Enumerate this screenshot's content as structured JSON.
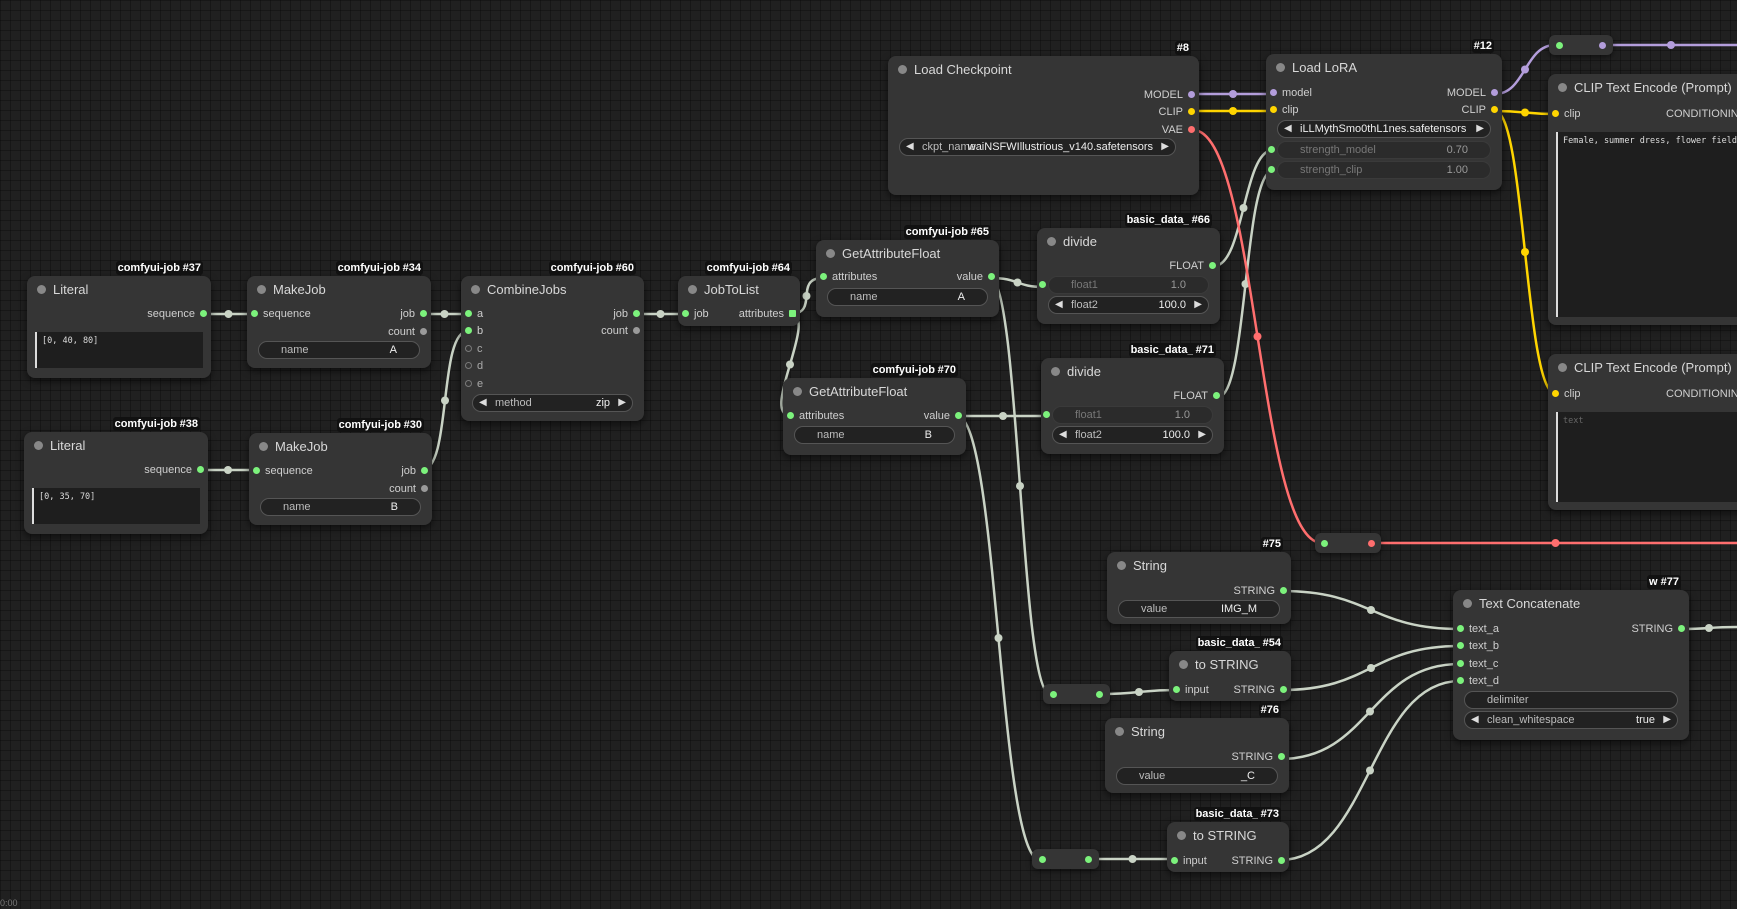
{
  "colors": {
    "link": "#c9d3c5",
    "model": "#b39ddb",
    "clip": "#ffd500",
    "vae": "#ff6e6e",
    "slot": "#7cf27c"
  },
  "nodes": {
    "n37": {
      "title": "Literal",
      "badge_prefix": "comfyui-job-ite",
      "badge_id": "#37",
      "out_sequence": "sequence",
      "text": "[0, 40, 80]"
    },
    "n38": {
      "title": "Literal",
      "badge_prefix": "comfyui-job-ite",
      "badge_id": "#38",
      "out_sequence": "sequence",
      "text": "[0, 35, 70]"
    },
    "n34": {
      "title": "MakeJob",
      "badge_prefix": "comfyui-job-ite",
      "badge_id": "#34",
      "in_sequence": "sequence",
      "out_job": "job",
      "out_count": "count",
      "w_name_label": "name",
      "w_name_value": "A"
    },
    "n30": {
      "title": "MakeJob",
      "badge_prefix": "comfyui-job-ite",
      "badge_id": "#30",
      "in_sequence": "sequence",
      "out_job": "job",
      "out_count": "count",
      "w_name_label": "name",
      "w_name_value": "B"
    },
    "n60": {
      "title": "CombineJobs",
      "badge_prefix": "comfyui-job-ite",
      "badge_id": "#60",
      "in_a": "a",
      "in_b": "b",
      "in_c": "c",
      "in_d": "d",
      "in_e": "e",
      "out_job": "job",
      "out_count": "count",
      "w_method_label": "method",
      "w_method_value": "zip"
    },
    "n64": {
      "title": "JobToList",
      "badge_prefix": "comfyui-job-ite",
      "badge_id": "#64",
      "in_job": "job",
      "out_attributes": "attributes"
    },
    "n65": {
      "title": "GetAttributeFloat",
      "badge_prefix": "comfyui-job-ite",
      "badge_id": "#65",
      "in_attributes": "attributes",
      "out_value": "value",
      "w_name_label": "name",
      "w_name_value": "A"
    },
    "n70": {
      "title": "GetAttributeFloat",
      "badge_prefix": "comfyui-job-ite",
      "badge_id": "#70",
      "in_attributes": "attributes",
      "out_value": "value",
      "w_name_label": "name",
      "w_name_value": "B"
    },
    "n8": {
      "title": "Load Checkpoint",
      "badge_id": "#8",
      "out_model": "MODEL",
      "out_clip": "CLIP",
      "out_vae": "VAE",
      "w_ckpt_label": "ckpt_name",
      "w_ckpt_value": "waiNSFWIllustrious_v140.safetensors"
    },
    "n12": {
      "title": "Load LoRA",
      "badge_id": "#12",
      "in_model": "model",
      "in_clip": "clip",
      "out_model": "MODEL",
      "out_clip": "CLIP",
      "w_lora_value": "iLLMythSmo0thL1nes.safetensors",
      "w_sm_label": "strength_model",
      "w_sm_value": "0.70",
      "w_sc_label": "strength_clip",
      "w_sc_value": "1.00"
    },
    "n66": {
      "title": "divide",
      "badge_prefix": "basic_data_han",
      "badge_id": "#66",
      "out_float": "FLOAT",
      "w_f1_label": "float1",
      "w_f1_value": "1.0",
      "w_f2_label": "float2",
      "w_f2_value": "100.0"
    },
    "n71": {
      "title": "divide",
      "badge_prefix": "basic_data_han",
      "badge_id": "#71",
      "out_float": "FLOAT",
      "w_f1_label": "float1",
      "w_f1_value": "1.0",
      "w_f2_label": "float2",
      "w_f2_value": "100.0"
    },
    "clip1": {
      "title": "CLIP Text Encode (Prompt)",
      "in_clip": "clip",
      "out_cond": "CONDITIONING",
      "text": "Female, summer dress, flower field"
    },
    "clip2": {
      "title": "CLIP Text Encode (Prompt)",
      "in_clip": "clip",
      "out_cond": "CONDITIONING",
      "placeholder": "text"
    },
    "n75": {
      "title": "String",
      "badge_id": "#75",
      "out_string": "STRING",
      "w_value_label": "value",
      "w_value_value": "IMG_M"
    },
    "n76": {
      "title": "String",
      "badge_id": "#76",
      "out_string": "STRING",
      "w_value_label": "value",
      "w_value_value": "_C"
    },
    "n54": {
      "title": "to STRING",
      "badge_prefix": "basic_data_han",
      "badge_id": "#54",
      "in_input": "input",
      "out_string": "STRING"
    },
    "n73": {
      "title": "to STRING",
      "badge_prefix": "basic_data_han",
      "badge_id": "#73",
      "in_input": "input",
      "out_string": "STRING"
    },
    "n77": {
      "title": "Text Concatenate",
      "badge_prefix": "w",
      "badge_id": "#77",
      "in_a": "text_a",
      "in_b": "text_b",
      "in_c": "text_c",
      "in_d": "text_d",
      "out_string": "STRING",
      "w_delim_label": "delimiter",
      "w_cw_label": "clean_whitespace",
      "w_cw_value": "true"
    }
  },
  "corner_text": "0:00"
}
